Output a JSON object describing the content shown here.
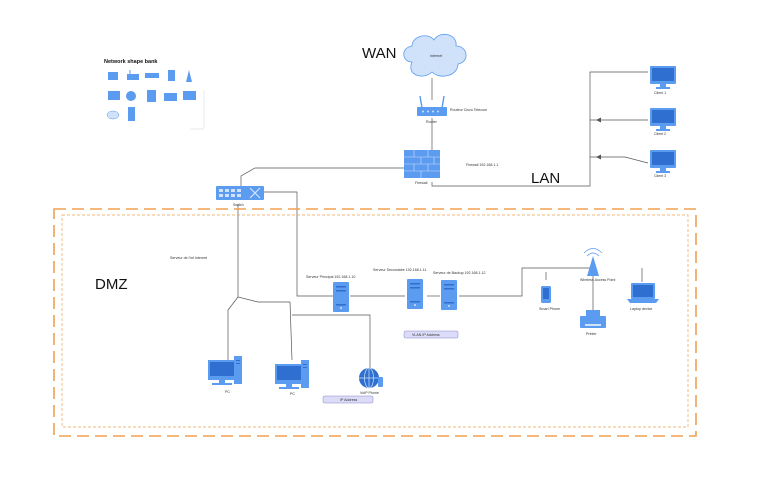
{
  "diagram": {
    "shape_bank_title": "Network shape bank",
    "zones": {
      "wan": "WAN",
      "lan": "LAN",
      "dmz": "DMZ"
    },
    "nodes": {
      "internet": "Internet",
      "router": "Router",
      "router_note": "Routeur Cisco Telecom",
      "firewall": "Firewall",
      "firewall_note": "Firewall 192.168.1.1",
      "switch": "Switch",
      "client1": "Client 1",
      "client2": "Client 2",
      "client3": "Client 3",
      "dmz_note": "Serveur de l'int Internet",
      "server1": "Serveur Principal 192.168.1.10",
      "server2": "Serveur Secondaire 192.168.1.11",
      "server3": "Serveur de Backup 192.168.1.12",
      "vlan_badge": "VLAN IP Address",
      "wireless_ap": "Wireless Access Point",
      "smart_phone": "Smart Phone",
      "printer": "Printer",
      "laptop": "Laptop device",
      "pc1": "PC",
      "pc2": "PC",
      "voip": "VoIP Phone",
      "ip_badge": "IP Address"
    },
    "colors": {
      "device": "#5b9bf0",
      "device_dark": "#2f6fd0",
      "cloud": "#cfe2fa",
      "dmz_border": "#f0a050",
      "line": "#555555"
    }
  }
}
